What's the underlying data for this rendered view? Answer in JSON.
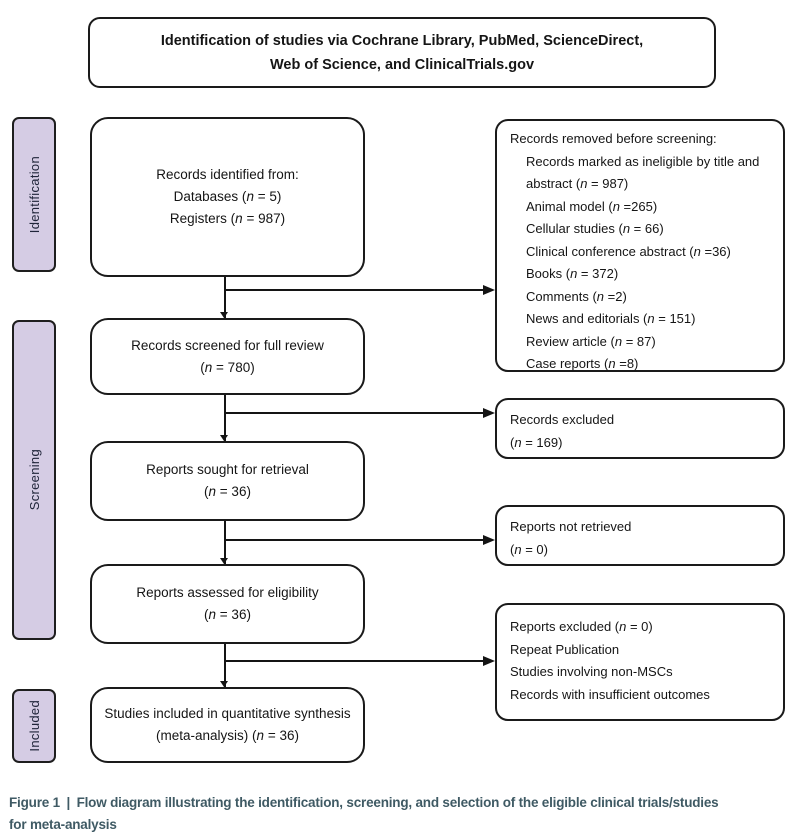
{
  "colors": {
    "stage_fill": "#d5cce4",
    "box_border": "#1a1a1a",
    "caption_text": "#3f5a64",
    "box_fill": "#ffffff"
  },
  "title_box": {
    "lines": [
      "Identification of studies via Cochrane Library, PubMed, ScienceDirect,",
      "Web of Science, and ClinicalTrials.gov"
    ]
  },
  "stages": [
    {
      "label": "Identification"
    },
    {
      "label": "Screening"
    },
    {
      "label": "Included"
    }
  ],
  "flow": {
    "left_boxes": [
      {
        "id": "records-identified",
        "lines": [
          "Records identified from:",
          "Databases (n = 5)",
          "Registers (n = 987)"
        ]
      },
      {
        "id": "records-screened",
        "lines": [
          "Records screened for full review",
          "(n = 780)"
        ]
      },
      {
        "id": "reports-sought",
        "lines": [
          "Reports sought for retrieval",
          "(n = 36)"
        ]
      },
      {
        "id": "reports-assessed",
        "lines": [
          "Reports assessed for eligibility",
          "(n = 36)"
        ]
      },
      {
        "id": "studies-included",
        "lines": [
          "Studies included in quantitative synthesis",
          "(meta-analysis) (n = 36)"
        ]
      }
    ],
    "right_boxes": [
      {
        "id": "records-removed",
        "lines": [
          {
            "text": "Records removed before screening:",
            "indent": false
          },
          {
            "text": "Records marked as ineligible by title and abstract (n = 987)",
            "indent": true
          },
          {
            "text": "Animal model (n =265)",
            "indent": true
          },
          {
            "text": "Cellular studies (n = 66)",
            "indent": true
          },
          {
            "text": "Clinical conference abstract (n =36)",
            "indent": true
          },
          {
            "text": "Books (n = 372)",
            "indent": true
          },
          {
            "text": "Comments (n =2)",
            "indent": true
          },
          {
            "text": "News and editorials (n = 151)",
            "indent": true
          },
          {
            "text": "Review article (n = 87)",
            "indent": true
          },
          {
            "text": "Case reports (n =8)",
            "indent": true
          }
        ]
      },
      {
        "id": "records-excluded",
        "lines": [
          {
            "text": "Records excluded",
            "indent": false
          },
          {
            "text": "(n = 169)",
            "indent": false
          }
        ]
      },
      {
        "id": "reports-not-retrieved",
        "lines": [
          {
            "text": "Reports not retrieved",
            "indent": false
          },
          {
            "text": "(n = 0)",
            "indent": false
          }
        ]
      },
      {
        "id": "reports-excluded",
        "lines": [
          {
            "text": "Reports excluded (n = 0)",
            "indent": false
          },
          {
            "text": "Repeat Publication",
            "indent": false
          },
          {
            "text": "Studies involving non-MSCs",
            "indent": false
          },
          {
            "text": "Records with insufficient outcomes",
            "indent": false
          }
        ]
      }
    ]
  },
  "caption": {
    "lines": [
      "Figure 1 | Flow diagram illustrating the identification, screening, and selection of the eligible clinical trials/studies",
      "for meta-analysis"
    ]
  }
}
